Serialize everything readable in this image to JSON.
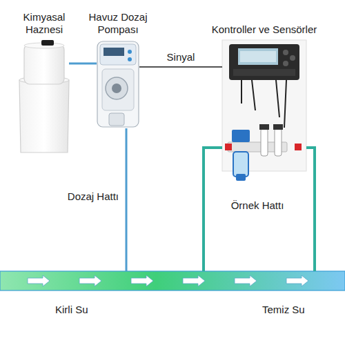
{
  "diagram": {
    "nodes": [
      {
        "text": [
          "Kimyasal Haznesi"
        ]
      },
      {
        "text": [
          "Havuz Dozaj Pompası"
        ]
      },
      {
        "text": [
          "Kontroller ve Sensörler"
        ]
      },
      {
        "text": [
          "Kirli Su",
          "Temiz Su"
        ]
      }
    ],
    "edges": [
      {
        "from": 0,
        "to": 1,
        "arrow": "none"
      },
      {
        "from": 1,
        "to": 2,
        "label": "Sinyal",
        "arrow": "none"
      },
      {
        "from": 1,
        "to": 3,
        "label": "Dozaj Hattı",
        "arrow": "none"
      },
      {
        "from": 3,
        "to": 2,
        "label": "Örnek Hattı",
        "arrow": "none"
      },
      {
        "from": 2,
        "to": 3,
        "arrow": "none"
      }
    ]
  }
}
